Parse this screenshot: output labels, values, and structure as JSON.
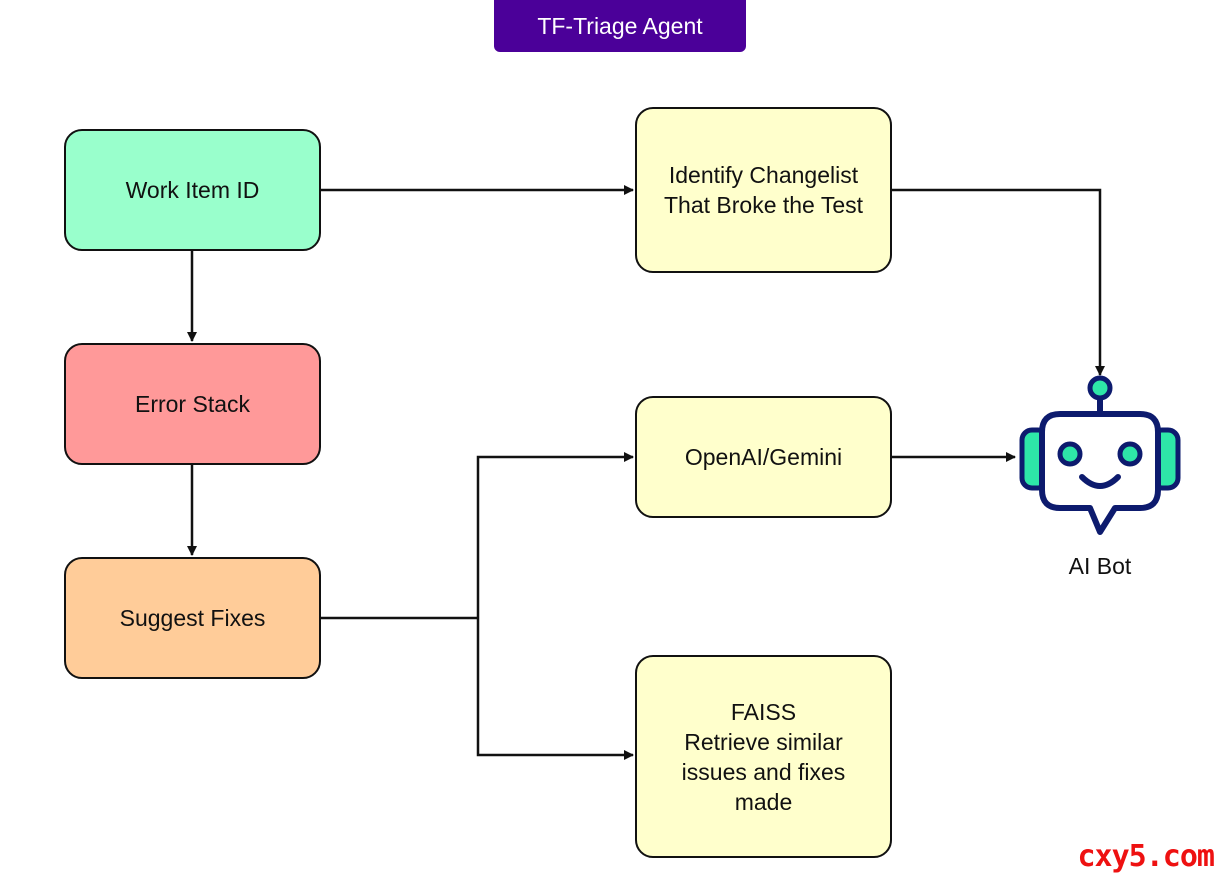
{
  "title": "TF-Triage Agent",
  "nodes": {
    "work_item": "Work Item ID",
    "error_stack": "Error Stack",
    "suggest_fixes": "Suggest Fixes",
    "identify_line1": "Identify Changelist",
    "identify_line2": "That Broke the Test",
    "openai": "OpenAI/Gemini",
    "faiss_line1": "FAISS",
    "faiss_line2": "Retrieve similar",
    "faiss_line3": "issues and fixes",
    "faiss_line4": "made"
  },
  "bot": {
    "label": "AI Bot",
    "icon": "robot-icon"
  },
  "watermark": "cxy5.com",
  "colors": {
    "title_bg": "#4b0099",
    "work_item": "#99ffcc",
    "error_stack": "#ff9999",
    "suggest_fixes": "#ffcc99",
    "right_nodes": "#ffffcc",
    "robot_outline": "#0d1b6e",
    "robot_accent": "#2ee6a8"
  }
}
